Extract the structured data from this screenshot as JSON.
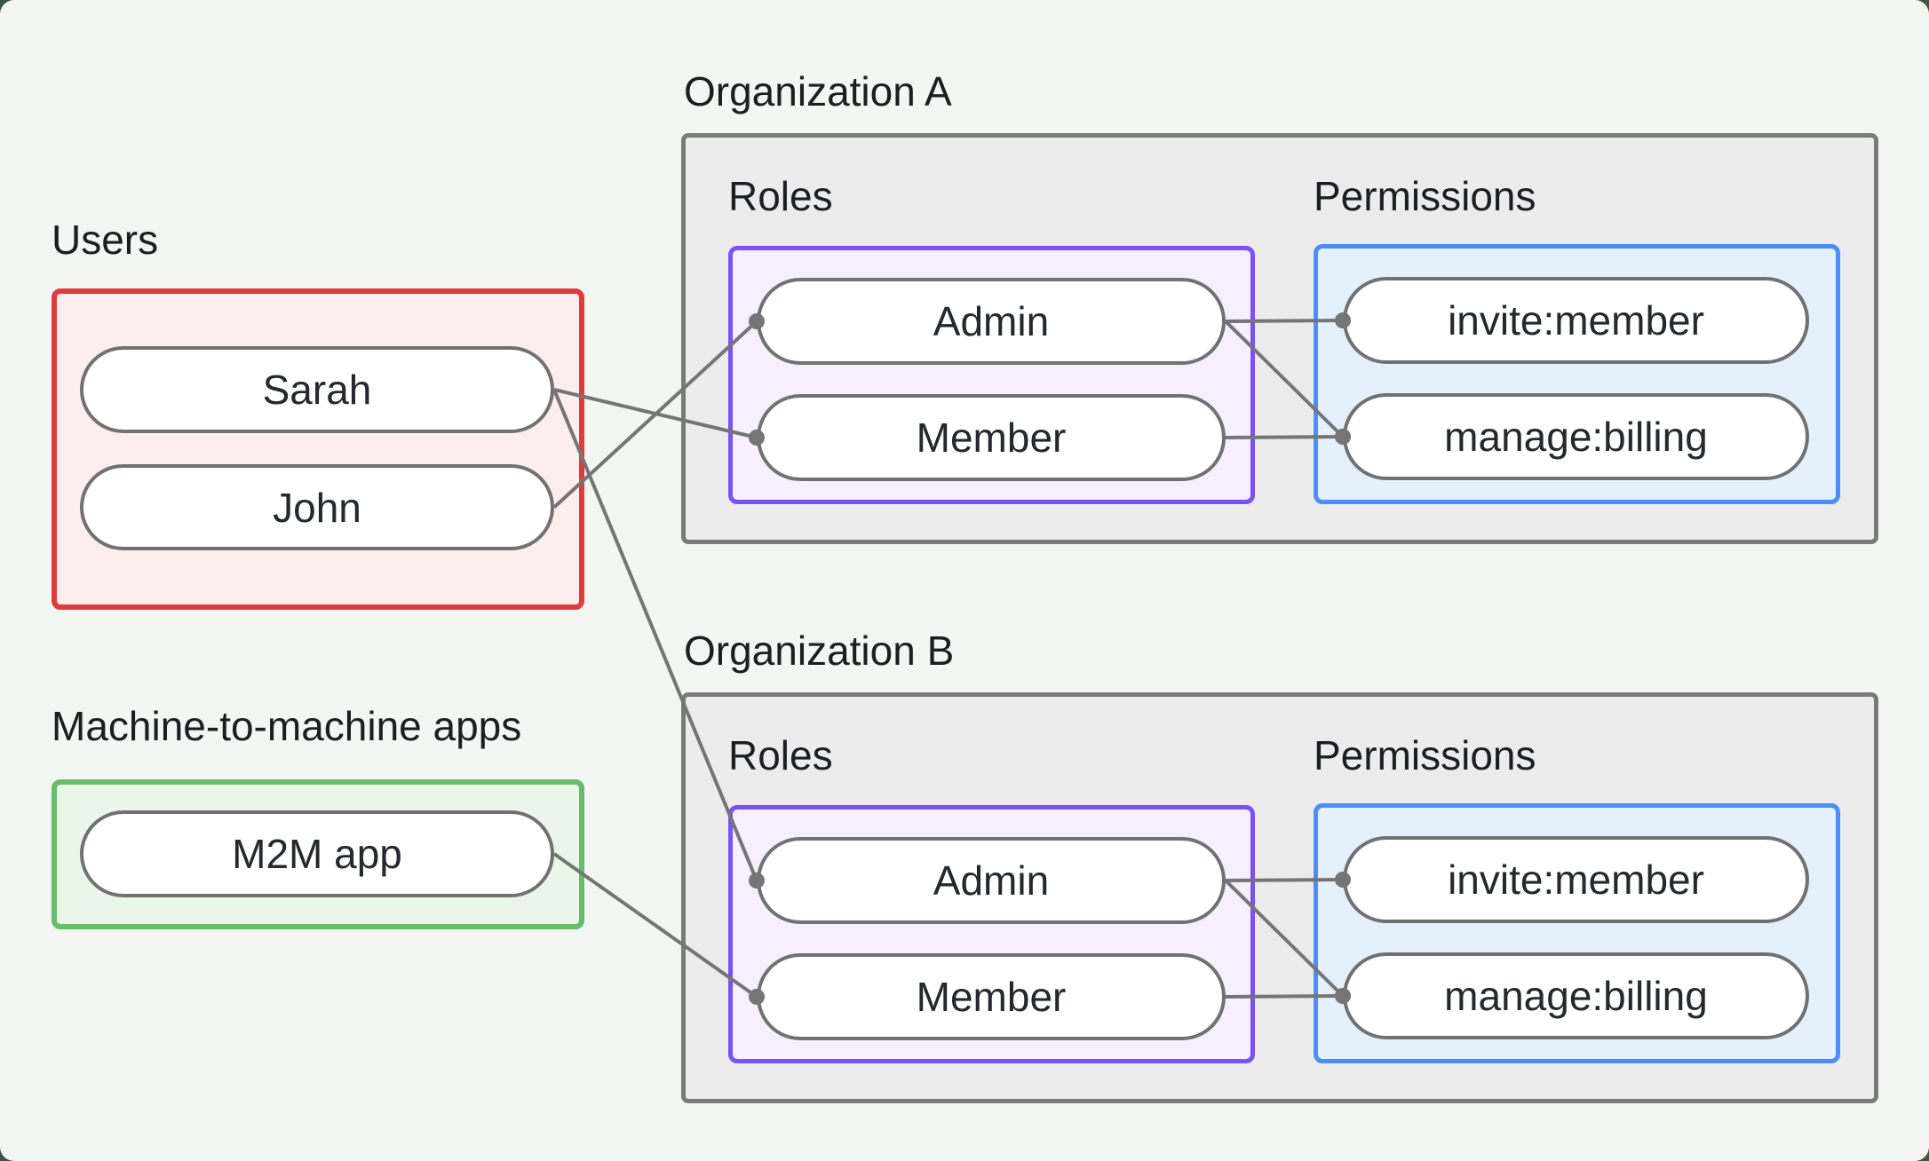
{
  "panel": {
    "background": "#f4f6f4",
    "outer_background": "#3a5647"
  },
  "palette": {
    "users_border": "#e13c3c",
    "users_fill": "#fdeded",
    "m2m_border": "#67bd6b",
    "m2m_fill": "#eaf6ea",
    "roles_border": "#7b51f2",
    "roles_fill": "#f5effe",
    "permissions_border": "#4b8ef7",
    "permissions_fill": "#e4f1fd",
    "org_border": "#7a7a7a",
    "org_fill": "#ececec",
    "node_border": "#717171",
    "node_fill": "#ffffff",
    "edge_color": "#757575",
    "text_color": "#1c1e21"
  },
  "sections": {
    "users": {
      "label": "Users",
      "nodes": [
        "Sarah",
        "John"
      ]
    },
    "m2m": {
      "label": "Machine-to-machine apps",
      "nodes": [
        "M2M app"
      ]
    }
  },
  "organizations": [
    {
      "id": "orga",
      "label": "Organization A",
      "roles_label": "Roles",
      "permissions_label": "Permissions",
      "roles": [
        "Admin",
        "Member"
      ],
      "permissions": [
        "invite:member",
        "manage:billing"
      ]
    },
    {
      "id": "orgb",
      "label": "Organization B",
      "roles_label": "Roles",
      "permissions_label": "Permissions",
      "roles": [
        "Admin",
        "Member"
      ],
      "permissions": [
        "invite:member",
        "manage:billing"
      ]
    }
  ],
  "edges": [
    {
      "from": "sarah",
      "to": "orga-member"
    },
    {
      "from": "john",
      "to": "orga-admin"
    },
    {
      "from": "sarah",
      "to": "orgb-admin"
    },
    {
      "from": "m2m-app",
      "to": "orgb-member"
    },
    {
      "from": "orga-admin",
      "to": "orga-invite"
    },
    {
      "from": "orga-admin",
      "to": "orga-manage"
    },
    {
      "from": "orga-member",
      "to": "orga-manage"
    },
    {
      "from": "orgb-admin",
      "to": "orgb-invite"
    },
    {
      "from": "orgb-admin",
      "to": "orgb-manage"
    },
    {
      "from": "orgb-member",
      "to": "orgb-manage"
    }
  ],
  "edge_style": {
    "line_width": 4,
    "dot_radius": 9
  }
}
